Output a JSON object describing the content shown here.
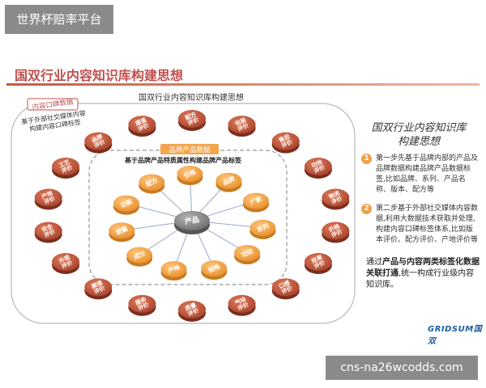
{
  "site_badge": "世界杯赔率平台",
  "page_title": "国双行业内容知识库构建思想",
  "diagram": {
    "outer_title": "国双行业内容知识库构建思想",
    "outer_box_label": "内容口碑数据",
    "outer_box_sub1": "基于外部社交媒体内容",
    "outer_box_sub2": "构建内容口碑标签",
    "inner_box_label": "品牌产品数据",
    "inner_box_sub": "基于品牌产品特质属性构建品牌产品标签",
    "center_label": "产品",
    "inner_nodes": [
      "配方",
      "价格",
      "品牌",
      "广家",
      "系列",
      "功效",
      "规格",
      "产地",
      "成分",
      "销量",
      "功能"
    ],
    "outer_nodes": [
      "配方评价",
      "包装评价",
      "售后评价",
      "功效评价",
      "物流评价",
      "价格评价",
      "效果评价",
      "口感评价",
      "气味评价",
      "质量评价",
      "服务评价",
      "颜值评价",
      "外观评价",
      "安全评价",
      "产地评价",
      "工艺评价",
      "品牌评价",
      "渠道评价"
    ]
  },
  "right_panel": {
    "heading_line1": "国双行业内容知识库",
    "heading_line2": "构建思想",
    "step1_num": "1",
    "step1_text": "第一步先基于品牌内部的产品及品牌数据构建品牌产品数据标签,比如品牌、系列、产品名称、版本、配方等",
    "step2_num": "2",
    "step2_text": "第二步基于外部社交媒体内容数据,利用大数据技术获取并处理,构建内容口碑标签体系,比如版本评价、配方评价、产地评价等",
    "summary_pre": "通过",
    "summary_bold": "产品与内容两类标签化数据关联打通",
    "summary_post": ",统一构成行业级内容知识库。"
  },
  "brand_logo": "GRIDSUM国双",
  "watermark": "cns-na26wcodds.com",
  "colors": {
    "accent_red": "#c0504d",
    "outer_node": "#c0553a",
    "inner_node": "#f0a04b",
    "inner_label_bg": "#f3a64e",
    "center_node": "#8a8a8a"
  }
}
